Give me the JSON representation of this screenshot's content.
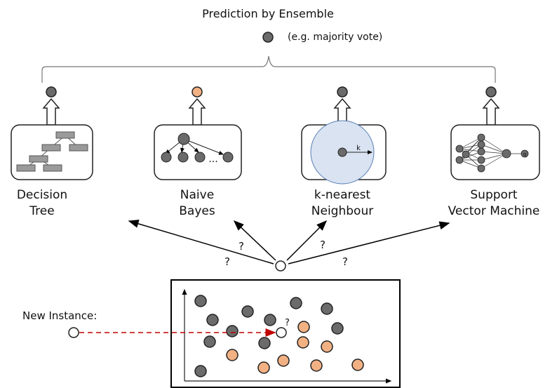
{
  "title": "Prediction by Ensemble",
  "vote_note": "(e.g. majority vote)",
  "classifiers": [
    {
      "line1": "Decision",
      "line2": "Tree",
      "output": "gray"
    },
    {
      "line1": "Naive",
      "line2": "Bayes",
      "output": "orange"
    },
    {
      "line1": "k-nearest",
      "line2": "Neighbour",
      "output": "gray"
    },
    {
      "line1": "Support",
      "line2": "Vector Machine",
      "output": "gray"
    }
  ],
  "query_marks": [
    "?",
    "?",
    "?",
    "?"
  ],
  "knn_label": "k",
  "nb_ellipsis": "...",
  "svm_label": "q",
  "new_instance_label": "New Instance:",
  "scatter_query_mark": "?",
  "colors": {
    "gray_node": "#6b6b6b",
    "orange_node": "#f2b183",
    "arrow_red": "#c00000",
    "knn_fill": "#d9e3f2",
    "dt_box": "#9a9a9a"
  }
}
